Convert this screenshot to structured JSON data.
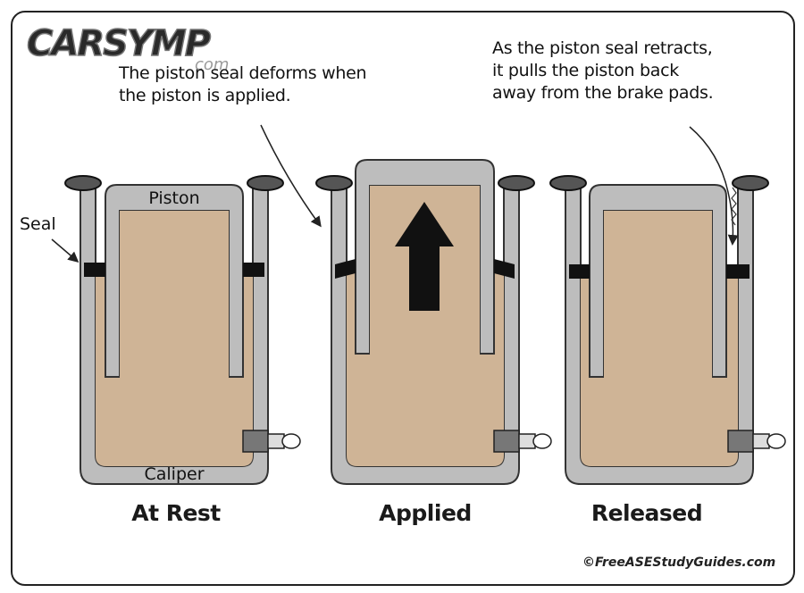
{
  "logo": {
    "main": "CARSYMP",
    "sub": "com"
  },
  "notes": {
    "left": [
      "The piston seal deforms when",
      "the piston is applied."
    ],
    "right": [
      "As the piston seal retracts,",
      "it pulls the piston back",
      "away from the brake pads."
    ]
  },
  "labels": {
    "seal": "Seal",
    "piston": "Piston",
    "caliper": "Caliper",
    "rest": "At Rest",
    "applied": "Applied",
    "released": "Released"
  },
  "copyright": "©FreeASEStudyGuides.com",
  "colors": {
    "fluid": "#cfb496",
    "metal": "#bdbdbd",
    "metal_dark": "#8a8a8a",
    "seal": "#111111",
    "arrow": "#111111"
  }
}
